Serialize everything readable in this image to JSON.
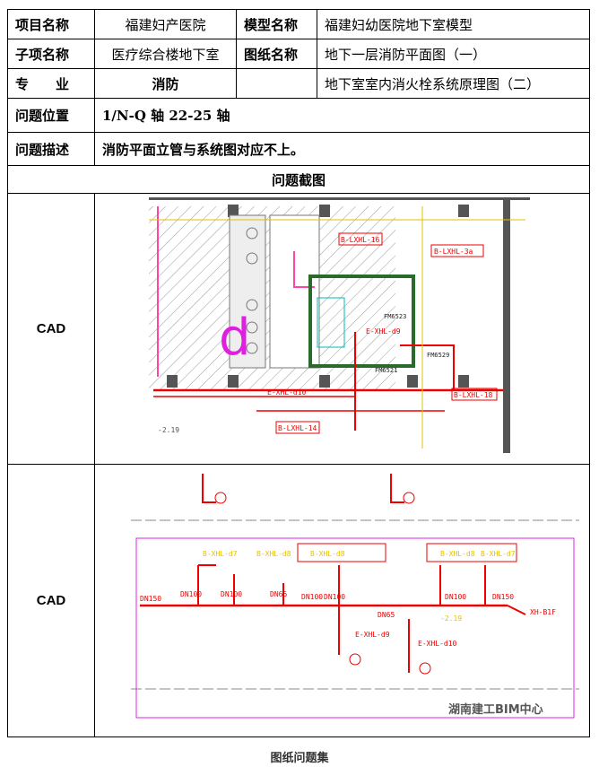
{
  "table": {
    "row1": {
      "project_label": "项目名称",
      "project_value": "福建妇产医院",
      "model_label": "模型名称",
      "model_value": "福建妇幼医院地下室模型"
    },
    "row2": {
      "sub_label": "子项名称",
      "sub_value": "医疗综合楼地下室",
      "drawing_label": "图纸名称",
      "drawing_value_1": "地下一层消防平面图（一）",
      "drawing_value_2": "地下室室内消火栓系统原理图（二）"
    },
    "row3": {
      "major_label": "专　　业",
      "major_value": "消防"
    },
    "location": {
      "label": "问题位置",
      "value": "1/N-Q 轴 22-25 轴"
    },
    "description": {
      "label": "问题描述",
      "value": "消防平面立管与系统图对应不上。"
    },
    "screenshot_header": "问题截图",
    "cad_label_1": "CAD",
    "cad_label_2": "CAD"
  },
  "plan_labels": {
    "big_letter": "d",
    "tags": [
      "B-LXHL-16",
      "B-LXHL-3a",
      "E-XHL-d9",
      "B-LXHL-18",
      "E-XHL-d10",
      "B-LXHL-14",
      "FM6523",
      "FM6521",
      "FM6529",
      "-2.19"
    ]
  },
  "system_labels": {
    "tags": [
      "B-XHL-d7",
      "B-XHL-d8",
      "E-XHL-d9",
      "E-XHL-d10",
      "DN150",
      "DN100",
      "DN65",
      "-2.19",
      "XH-B1F"
    ]
  },
  "caption": "图纸问题集",
  "watermark": "湖南建工BIM中心"
}
